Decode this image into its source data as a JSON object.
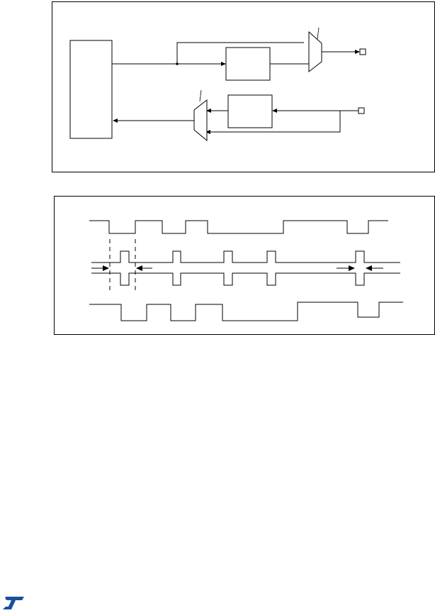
{
  "document": {
    "figures": [
      {
        "id": "block-diagram",
        "title": "",
        "labels": []
      },
      {
        "id": "timing-diagram",
        "title": "",
        "waveforms": 3
      }
    ]
  },
  "colors": {
    "ink": "#000000",
    "logo": "#1a4f9c"
  },
  "icons": {
    "logo": "st-logo-icon"
  }
}
